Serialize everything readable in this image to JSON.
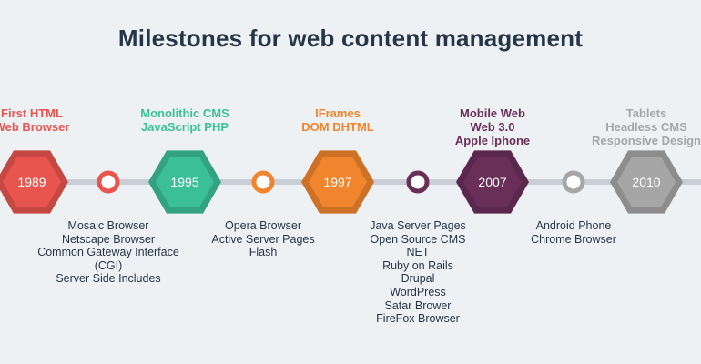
{
  "title": "Milestones for web content management",
  "colors": {
    "line": "#c9ced4",
    "red": "#e8554e",
    "teal": "#3bbf97",
    "orange": "#f0852d",
    "purple": "#6a2f59",
    "gray": "#a6a6a6",
    "text": "#263548"
  },
  "milestones": [
    {
      "year": "1989",
      "color": "#e8554e",
      "top_lines": [
        "First HTML",
        "Web Browser"
      ],
      "bottom_lines": [
        "Mosaic Browser",
        "Netscape Browser",
        "Common Gateway Interface",
        "(CGI)",
        "Server Side Includes"
      ]
    },
    {
      "year": "1995",
      "color": "#3bbf97",
      "top_lines": [
        "Monolithic CMS",
        "JavaScript PHP"
      ],
      "bottom_lines": [
        "Opera Browser",
        "Active Server Pages",
        "Flash"
      ]
    },
    {
      "year": "1997",
      "color": "#f0852d",
      "top_lines": [
        "IFrames",
        "DOM DHTML"
      ],
      "bottom_lines": [
        "Java Server Pages",
        "Open Source CMS",
        "NET",
        "Ruby on Rails",
        "Drupal",
        "WordPress",
        "Satar Brower",
        "FireFox Browser"
      ]
    },
    {
      "year": "2007",
      "color": "#6a2f59",
      "top_lines": [
        "Mobile Web",
        "Web 3.0",
        "Apple Iphone"
      ],
      "bottom_lines": [
        "Android Phone",
        "Chrome Browser"
      ]
    },
    {
      "year": "2010",
      "color": "#a6a6a6",
      "top_lines": [
        "Tablets",
        "Headless CMS",
        "Responsive Design"
      ],
      "bottom_lines": []
    }
  ],
  "connector_colors": [
    "#e8554e",
    "#f0852d",
    "#6a2f59",
    "#a6a6a6"
  ]
}
